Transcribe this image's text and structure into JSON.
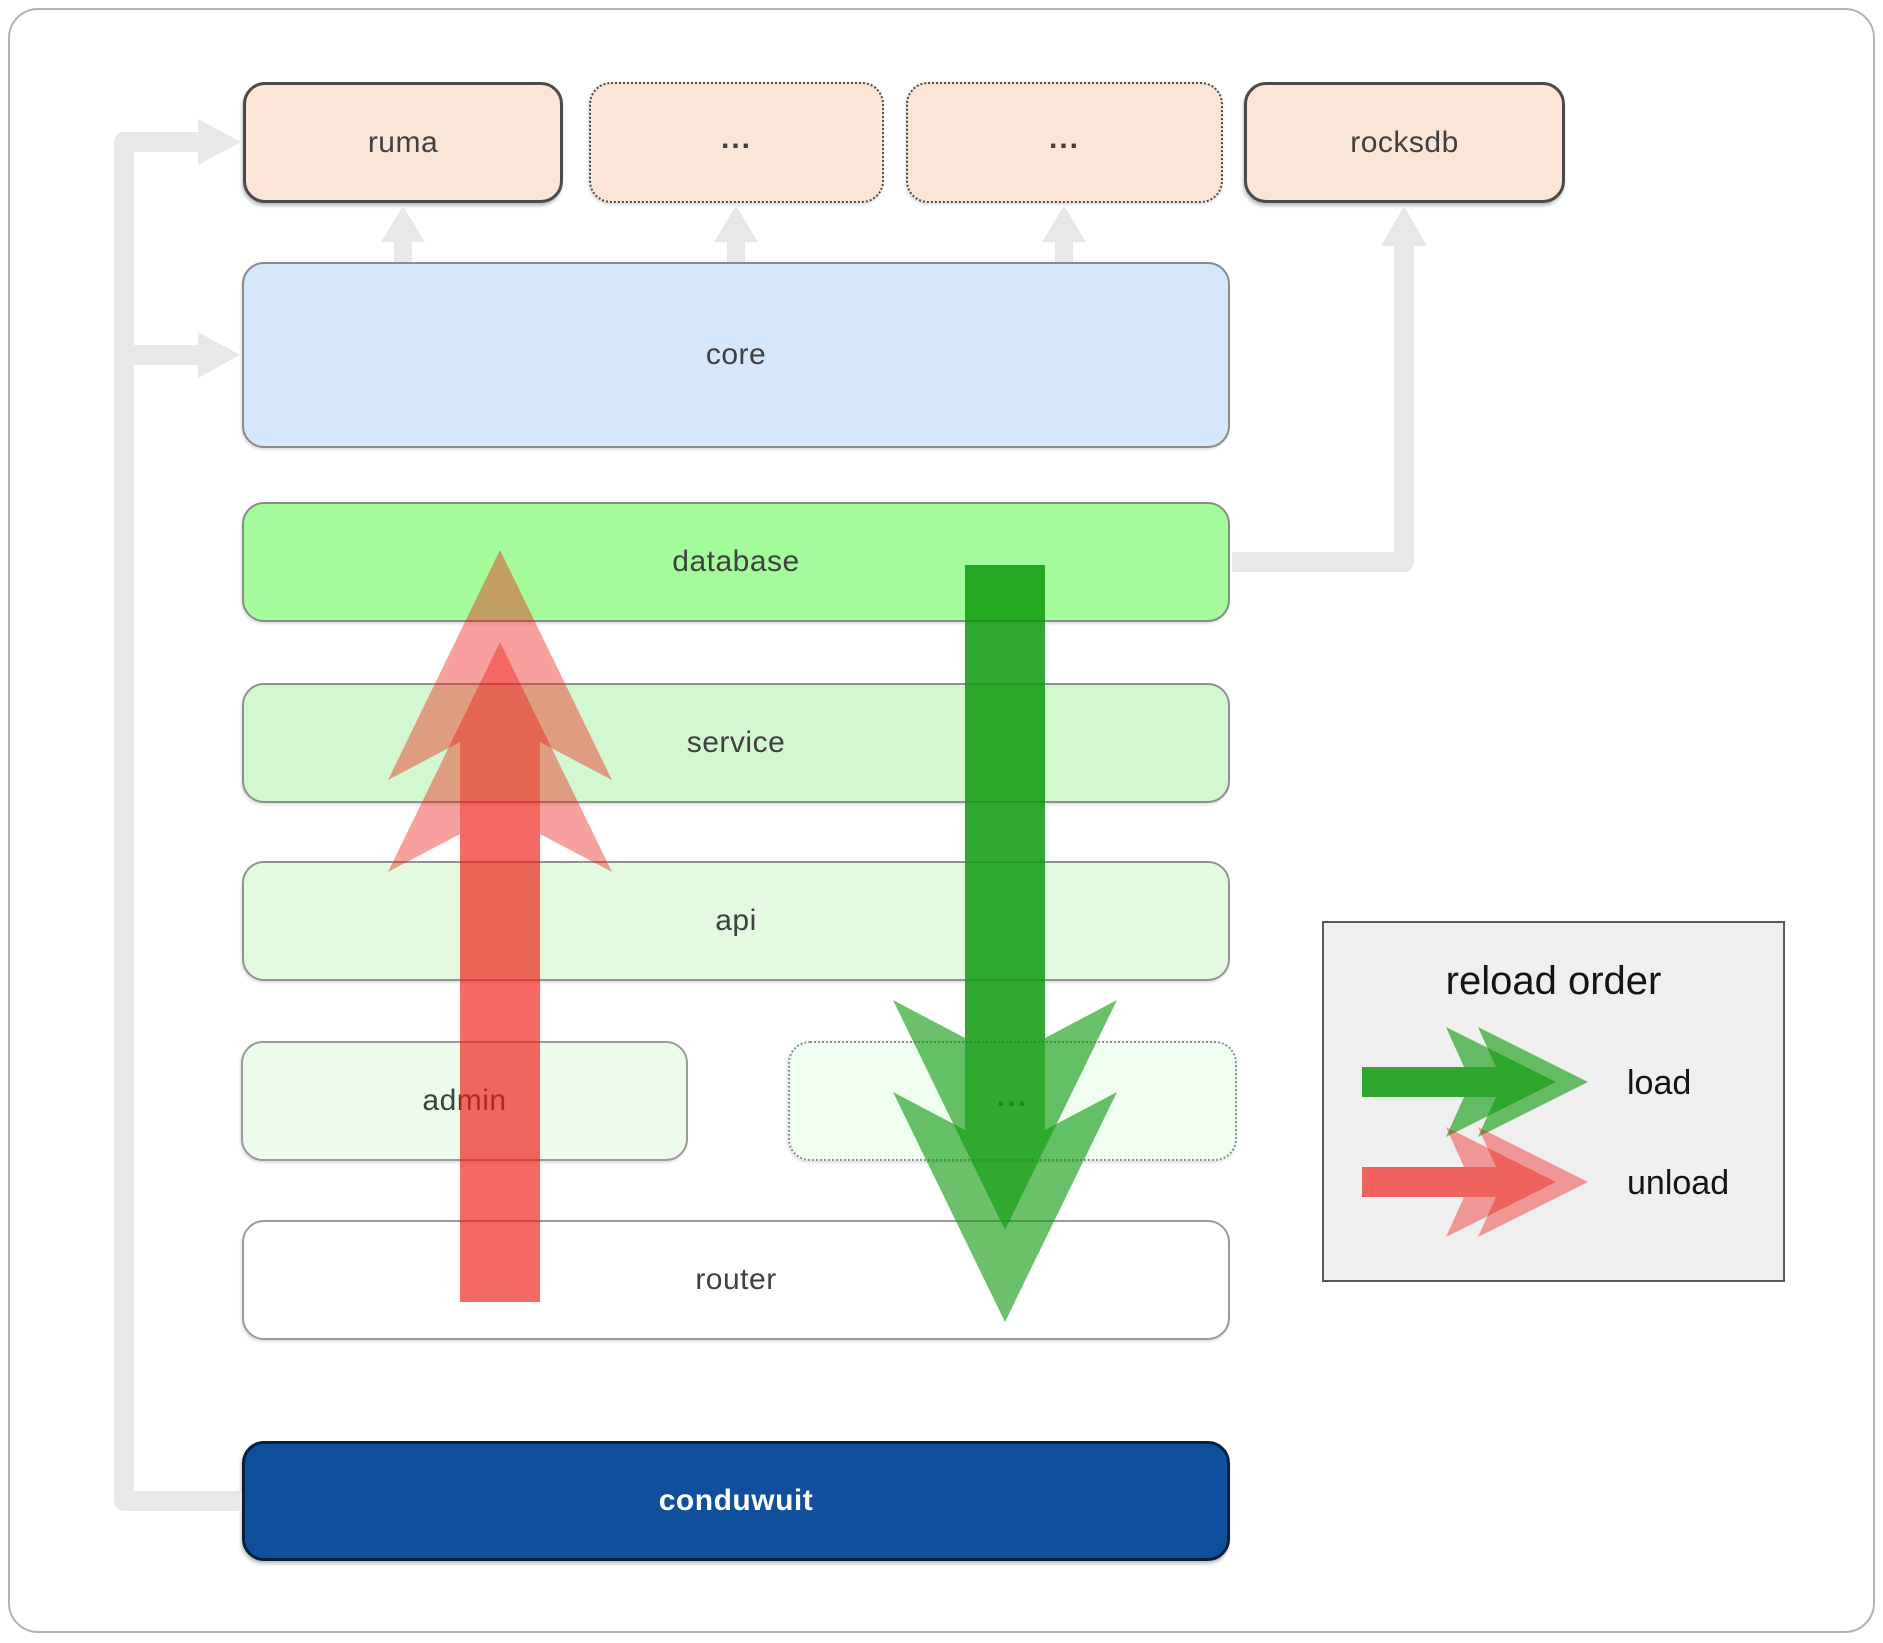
{
  "diagram": {
    "external": {
      "ruma": "ruma",
      "dots_a": "...",
      "dots_b": "...",
      "rocksdb": "rocksdb"
    },
    "layers": {
      "core": "core",
      "database": "database",
      "service": "service",
      "api": "api",
      "admin": "admin",
      "admin_dots": "...",
      "router": "router",
      "conduwuit": "conduwuit"
    }
  },
  "legend": {
    "title": "reload order",
    "items": [
      {
        "label": "load"
      },
      {
        "label": "unload"
      }
    ]
  },
  "colors": {
    "load_arrow": "#0f9b0f",
    "unload_arrow": "#ee1c16",
    "connector": "#e8e8e8",
    "conduwuit_fill": "#0f4f9c",
    "database_fill": "#a3fb9b",
    "core_fill": "#d5e7fa",
    "external_fill": "#fbe5d6"
  }
}
